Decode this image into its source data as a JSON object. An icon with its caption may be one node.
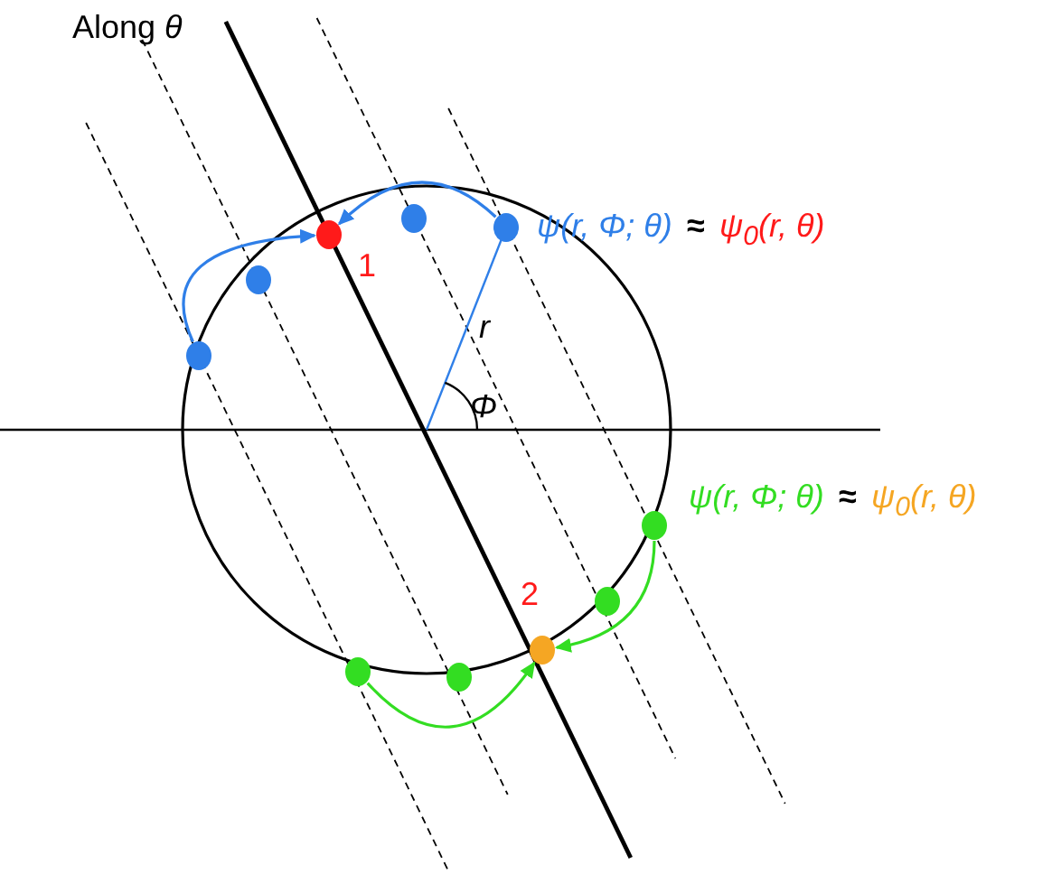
{
  "diagram": {
    "nodes": [
      {
        "text": [],
        "shape": "circle",
        "beside": [
          "1"
        ]
      },
      {
        "text": [],
        "shape": "circle"
      },
      {
        "text": [],
        "shape": "circle"
      },
      {
        "text": [],
        "shape": "circle"
      },
      {
        "text": [],
        "shape": "circle"
      },
      {
        "text": [],
        "shape": "circle",
        "beside": [
          "2"
        ]
      },
      {
        "text": [],
        "shape": "circle"
      },
      {
        "text": [],
        "shape": "circle"
      },
      {
        "text": [],
        "shape": "circle"
      },
      {
        "text": [],
        "shape": "circle"
      }
    ],
    "edges": [
      {
        "from": 4,
        "to": 0,
        "arrow": "to",
        "color": "#2f7fe8"
      },
      {
        "from": 2,
        "to": 0,
        "arrow": "to",
        "color": "#2f7fe8"
      },
      {
        "from": 9,
        "to": 5,
        "arrow": "to",
        "color": "#33dd22"
      },
      {
        "from": 6,
        "to": 5,
        "arrow": "to",
        "color": "#33dd22"
      }
    ],
    "labels": [
      "Along *θ*",
      "ψ(r, Φ; θ)",
      "≈",
      "ψ$_{0}$(r, θ)",
      "r",
      "Φ",
      "ψ(r, Φ; θ)",
      "≈",
      "ψ$_{0}$(r, θ)"
    ]
  }
}
